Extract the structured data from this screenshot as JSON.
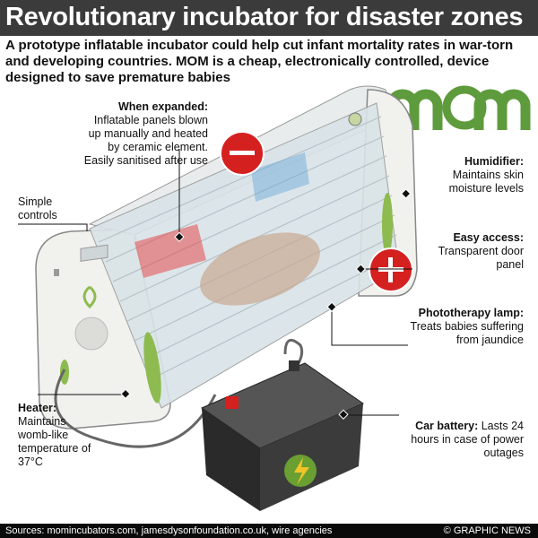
{
  "title": "Revolutionary incubator for disaster zones",
  "intro": "A prototype inflatable incubator could help cut infant mortality rates in war-torn and developing countries. MOM is a cheap, electronically controlled, device designed to save premature babies",
  "logo": "MOM",
  "labels": {
    "expanded": {
      "head": "When expanded:",
      "body": "Inflatable panels blown up manually and heated by ceramic element. Easily sanitised after use"
    },
    "controls": {
      "head": "",
      "body": "Simple controls"
    },
    "humidifier": {
      "head": "Humidifier:",
      "body": "Maintains skin moisture levels"
    },
    "access": {
      "head": "Easy access:",
      "body": "Transparent door panel"
    },
    "lamp": {
      "head": "Phototherapy lamp:",
      "body": "Treats babies suffering from jaundice"
    },
    "heater": {
      "head": "Heater:",
      "body": "Maintains womb-like temperature of 37°C"
    },
    "battery": {
      "head": "Car battery:",
      "body": "Lasts 24 hours in case of power outages"
    }
  },
  "footer": {
    "sources": "Sources: momincubators.com, jamesdysonfoundation.co.uk, wire agencies",
    "copyright": "© GRAPHIC NEWS"
  },
  "colors": {
    "green": "#5e9b3c",
    "red": "#d52020",
    "titlebar": "#3b3b3b"
  }
}
